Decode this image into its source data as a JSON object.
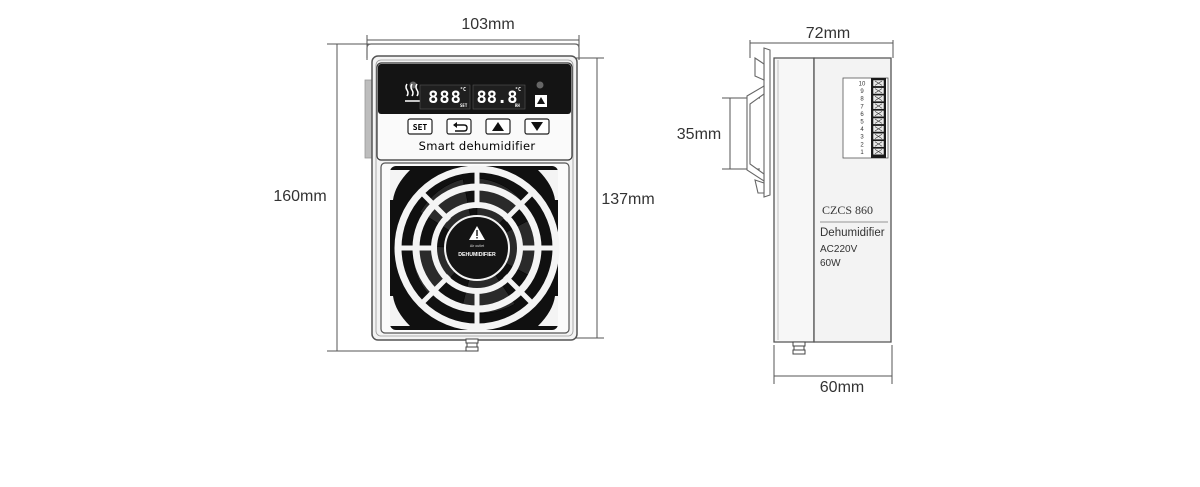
{
  "dimensions": {
    "front_width": "103mm",
    "front_height_total": "160mm",
    "front_height_body": "137mm",
    "side_depth_top": "72mm",
    "side_depth_bottom": "60mm",
    "rail_height": "35mm"
  },
  "front_panel": {
    "display_left": "888",
    "display_right": "88.8",
    "unit_left": "°C",
    "unit_right": "°C",
    "sub_left": "SET",
    "sub_right": "RH",
    "buttons": {
      "set": "SET",
      "back": "⮌",
      "up": "▲",
      "down": "▼"
    },
    "product_name": "Smart dehumidifier",
    "fan_label_small": "Air outlet",
    "fan_label": "DEHUMIDIFIER"
  },
  "side_label": {
    "model": "CZCS 860",
    "name": "Dehumidifier",
    "voltage": "AC220V",
    "power": "60W"
  },
  "terminals": [
    "10",
    "9",
    "8",
    "7",
    "6",
    "5",
    "4",
    "3",
    "2",
    "1"
  ]
}
